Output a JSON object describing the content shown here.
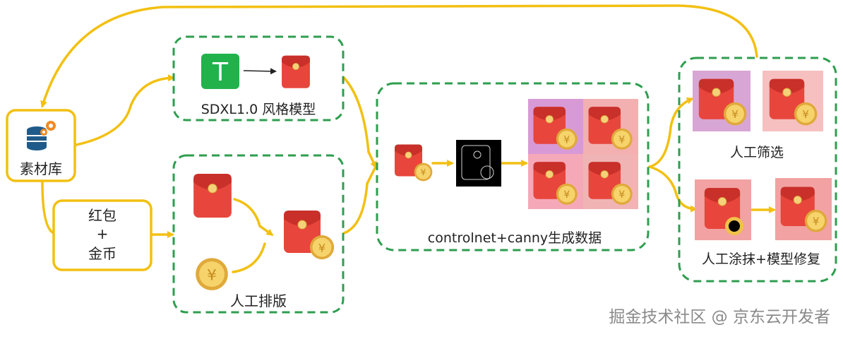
{
  "nodes": {
    "material_library": "素材库",
    "envelope_coin": [
      "红包",
      "+",
      "金币"
    ],
    "sdxl_style_model": "SDXL1.0 风格模型",
    "text_icon": "T",
    "manual_layout": "人工排版",
    "controlnet_generation": "controlnet+canny生成数据",
    "manual_screening": "人工筛选",
    "manual_paint_repair": "人工涂抹+模型修复"
  },
  "coin_symbol": "¥",
  "watermark": "掘金技术社区 @ 京东云开发者",
  "colors": {
    "arrow": "#f2c012",
    "box_border": "#f2c012",
    "group_border": "#2e9e4f",
    "text_icon_bg": "#22b24c",
    "envelope_red": "#e8453c",
    "coin_gold": "#f0c24a",
    "pink_bg": "#f2a2a2",
    "db_blue": "#1f5b8a",
    "gear_orange": "#f08a24"
  }
}
